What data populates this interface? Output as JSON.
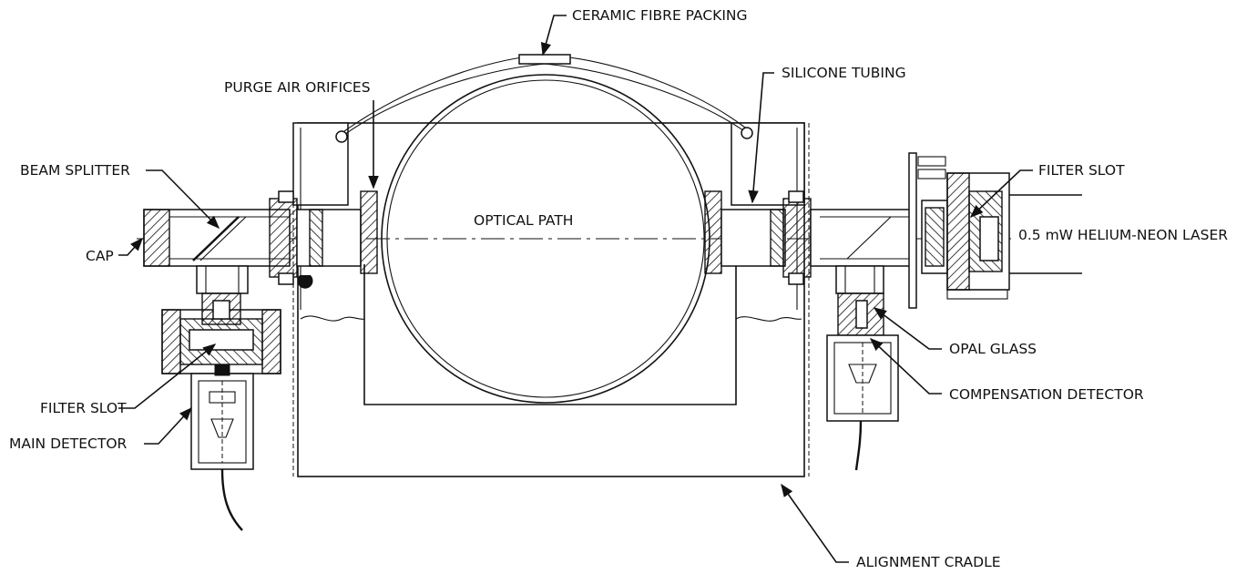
{
  "labels": {
    "ceramic_fibre_packing": "CERAMIC FIBRE PACKING",
    "purge_air_orifices": "PURGE AIR ORIFICES",
    "silicone_tubing": "SILICONE TUBING",
    "beam_splitter": "BEAM SPLITTER",
    "cap": "CAP",
    "optical_path": "OPTICAL PATH",
    "filter_slot_right": "FILTER SLOT",
    "laser": "0.5 mW HELIUM-NEON LASER",
    "opal_glass": "OPAL GLASS",
    "compensation_detector": "COMPENSATION DETECTOR",
    "filter_slot_left": "FILTER SLOT",
    "main_detector": "MAIN DETECTOR",
    "alignment_cradle": "ALIGNMENT CRADLE"
  }
}
